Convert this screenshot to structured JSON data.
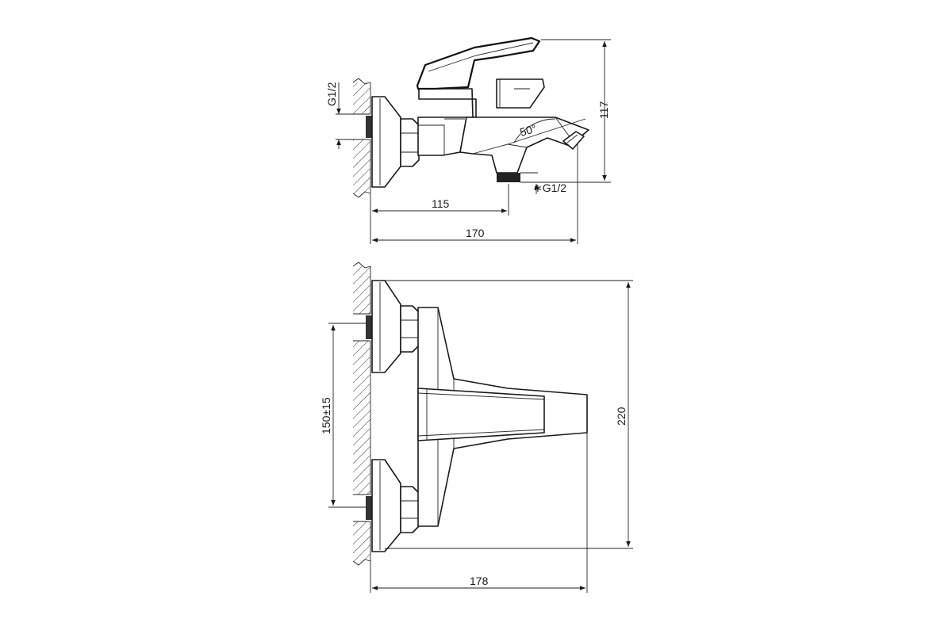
{
  "drawing": {
    "side_view": {
      "inlet_thread": "G1/2",
      "outlet_thread": "∗G1/2",
      "angle": "50°",
      "height": "117",
      "depth_to_outlet": "115",
      "depth_total": "170"
    },
    "top_view": {
      "centre_distance": "150±15",
      "width": "220",
      "depth": "178"
    }
  }
}
